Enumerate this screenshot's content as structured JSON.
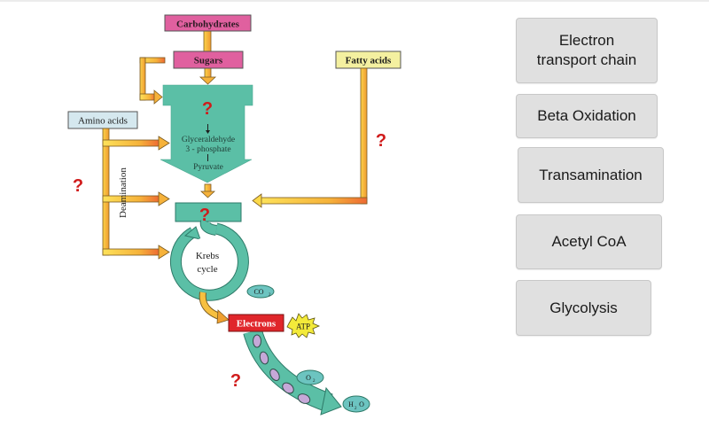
{
  "diagram": {
    "title_hidden": "Cellular respiration overview",
    "nodes": {
      "carbohydrates": "Carbohydrates",
      "sugars": "Sugars",
      "fatty_acids": "Fatty acids",
      "amino_acids": "Amino acids",
      "glyceraldehyde_line1": "Glyceraldehyde",
      "glyceraldehyde_line2": "3 - phosphate",
      "pyruvate": "Pyruvate",
      "deamination": "Deamination",
      "krebs_line1": "Krebs",
      "krebs_line2": "cycle",
      "co2": "CO",
      "co2_sub": "2",
      "electrons": "Electrons",
      "atp": "ATP",
      "o2": "O",
      "o2_sub": "2",
      "h2o_h": "H",
      "h2o_sub": "2",
      "h2o_o": "O"
    },
    "blanks": [
      "?",
      "?",
      "?",
      "?",
      "?"
    ],
    "colors": {
      "teal": "#5bbfa6",
      "teal_dark": "#2e7a68",
      "pink": "#e0609f",
      "fatty_yellow": "#f4f0a0",
      "amino_blue": "#d5e8ef",
      "arrow_orange": "#f0a030",
      "arrow_yellow": "#fbd94a",
      "electron_red": "#e0262b",
      "atp_yellow": "#f3ea3a",
      "oval_purple": "#c6a8d8",
      "question_red": "#d01b1b"
    }
  },
  "answers": {
    "tiles": [
      {
        "label_line1": "Electron",
        "label_line2": "transport chain"
      },
      {
        "label_line1": "Beta Oxidation",
        "label_line2": ""
      },
      {
        "label_line1": "Transamination",
        "label_line2": ""
      },
      {
        "label_line1": "Acetyl CoA",
        "label_line2": ""
      },
      {
        "label_line1": "Glycolysis",
        "label_line2": ""
      }
    ]
  }
}
